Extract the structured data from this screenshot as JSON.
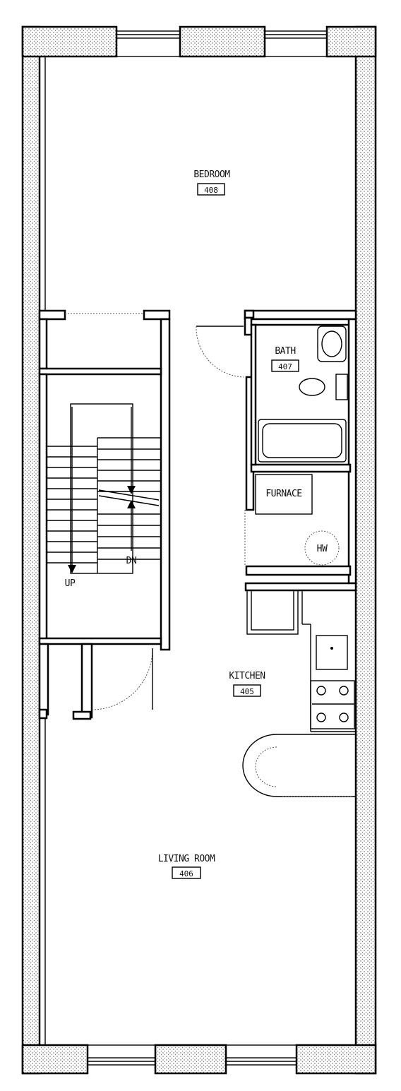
{
  "rooms": {
    "bedroom": {
      "name": "BEDROOM",
      "number": "408"
    },
    "bath": {
      "name": "BATH",
      "number": "407"
    },
    "kitchen": {
      "name": "KITCHEN",
      "number": "405"
    },
    "living": {
      "name": "LIVING ROOM",
      "number": "406"
    }
  },
  "labels": {
    "furnace": "FURNACE",
    "hot_water": "HW",
    "stair_up": "UP",
    "stair_down": "DN"
  },
  "colors": {
    "line": "#000000",
    "hatch": "#555555",
    "background": "#ffffff"
  }
}
